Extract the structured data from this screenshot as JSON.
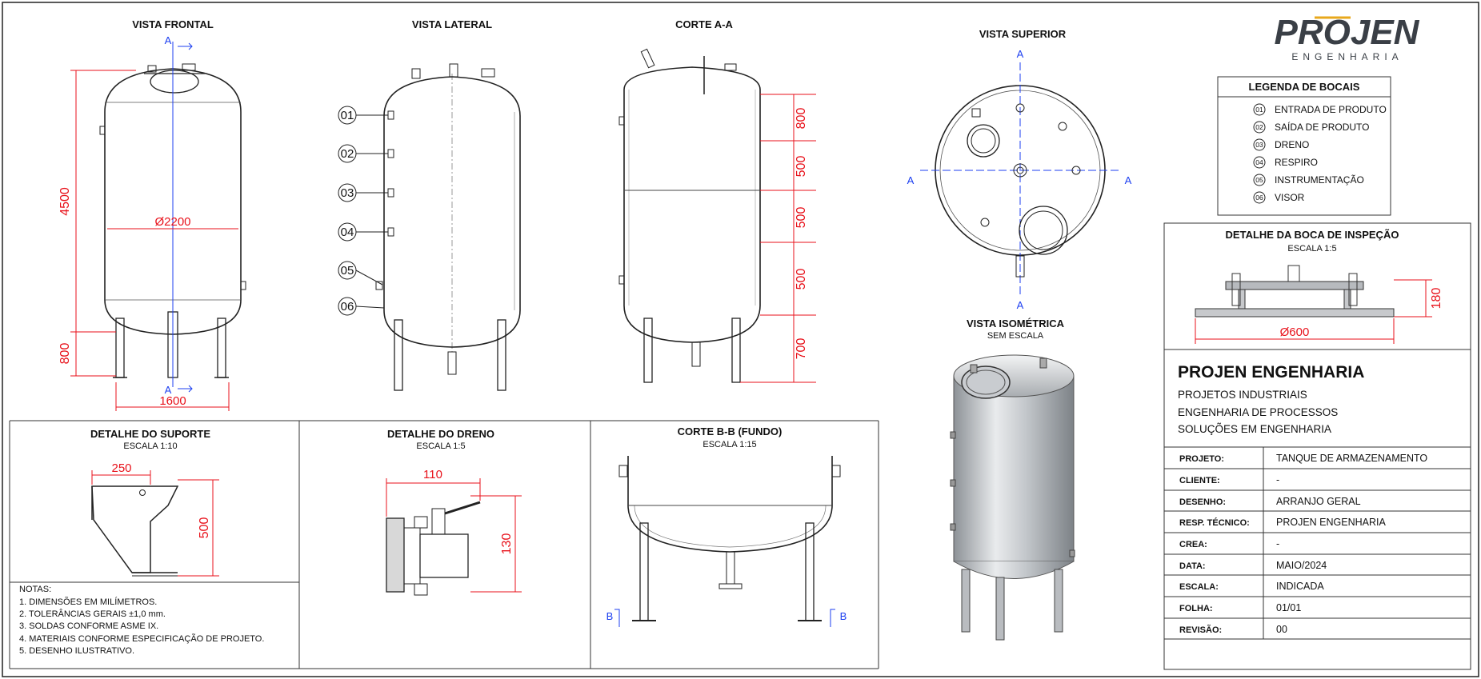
{
  "views": {
    "frontal": {
      "title": "VISTA FRONTAL",
      "section_mark": "A",
      "dims": {
        "height": "4500",
        "diameter": "Ø2200",
        "legs": "800",
        "base": "1600"
      }
    },
    "lateral": {
      "title": "VISTA LATERAL",
      "nozzles": [
        "01",
        "02",
        "03",
        "04",
        "05",
        "06"
      ]
    },
    "corte_aa": {
      "title": "CORTE A-A",
      "dims": [
        "800",
        "500",
        "500",
        "500",
        "700"
      ]
    },
    "superior": {
      "title": "VISTA SUPERIOR",
      "section_mark": "A"
    },
    "isometrica": {
      "title": "VISTA ISOMÉTRICA",
      "scale": "SEM ESCALA"
    }
  },
  "brand": {
    "name": "PROJEN",
    "tagline": "ENGENHARIA",
    "colors": {
      "primary": "#3a3f46",
      "accent": "#e8a81c"
    }
  },
  "legend": {
    "title": "LEGENDA DE BOCAIS",
    "items": [
      {
        "num": "01",
        "label": "ENTRADA DE PRODUTO"
      },
      {
        "num": "02",
        "label": "SAÍDA DE PRODUTO"
      },
      {
        "num": "03",
        "label": "DRENO"
      },
      {
        "num": "04",
        "label": "RESPIRO"
      },
      {
        "num": "05",
        "label": "INSTRUMENTAÇÃO"
      },
      {
        "num": "06",
        "label": "VISOR"
      }
    ]
  },
  "inspection": {
    "title": "DETALHE DA BOCA DE INSPEÇÃO",
    "scale": "ESCALA 1:5",
    "dims": {
      "height": "180",
      "diameter": "Ø600"
    }
  },
  "company": {
    "name": "PROJEN ENGENHARIA",
    "lines": [
      "PROJETOS INDUSTRIAIS",
      "ENGENHARIA DE PROCESSOS",
      "SOLUÇÕES EM ENGENHARIA"
    ]
  },
  "title_block": [
    {
      "label": "PROJETO:",
      "value": "TANQUE DE ARMAZENAMENTO"
    },
    {
      "label": "CLIENTE:",
      "value": "-"
    },
    {
      "label": "DESENHO:",
      "value": "ARRANJO GERAL"
    },
    {
      "label": "RESP. TÉCNICO:",
      "value": "PROJEN ENGENHARIA"
    },
    {
      "label": "CREA:",
      "value": "-"
    },
    {
      "label": "DATA:",
      "value": "MAIO/2024"
    },
    {
      "label": "ESCALA:",
      "value": "INDICADA"
    },
    {
      "label": "FOLHA:",
      "value": "01/01"
    },
    {
      "label": "REVISÃO:",
      "value": "00"
    }
  ],
  "details": {
    "suporte": {
      "title": "DETALHE DO SUPORTE",
      "scale": "ESCALA 1:10",
      "dims": {
        "width": "250",
        "height": "500"
      }
    },
    "dreno": {
      "title": "DETALHE DO DRENO",
      "scale": "ESCALA 1:5",
      "dims": {
        "width": "110",
        "height": "130"
      }
    },
    "corte_bb": {
      "title": "CORTE B-B (FUNDO)",
      "scale": "ESCALA 1:15",
      "section_mark": "B"
    }
  },
  "notes": {
    "title": "NOTAS:",
    "items": [
      "1. DIMENSÕES EM MILÍMETROS.",
      "2. TOLERÂNCIAS GERAIS ±1,0 mm.",
      "3. SOLDAS CONFORME ASME IX.",
      "4. MATERIAIS CONFORME ESPECIFICAÇÃO DE PROJETO.",
      "5. DESENHO ILUSTRATIVO."
    ]
  }
}
